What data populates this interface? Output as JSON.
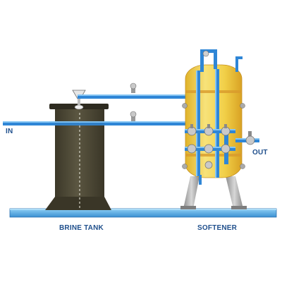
{
  "labels": {
    "inlet": "IN",
    "outlet": "OUT",
    "brine_tank": "BRINE TANK",
    "softener": "SOFTENER"
  },
  "colors": {
    "pipe": "#2f86d6",
    "pipe_light": "#86c6f4",
    "floor": "#5aa8e0",
    "brine_tank": "#4f4a38",
    "softener_body": "#f2d64a",
    "softener_stripe": "#d89a2c",
    "support_legs": "#a7a7a7",
    "valve": "#c9c9c9",
    "label_text": "#1f4f8c"
  }
}
